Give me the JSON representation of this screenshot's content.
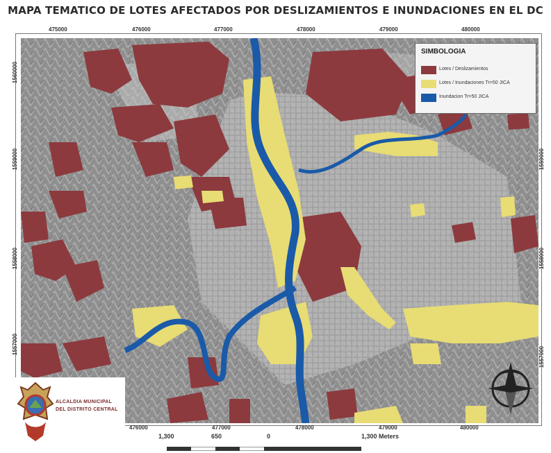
{
  "title": "MAPA TEMATICO DE LOTES AFECTADOS POR DESLIZAMIENTOS E INUNDACIONES EN EL DC",
  "top_ticks": [
    "475000",
    "476000",
    "477000",
    "478000",
    "479000",
    "480000"
  ],
  "bottom_ticks": [
    "476000",
    "477000",
    "478000",
    "479000",
    "480000"
  ],
  "left_ticks": [
    "1560000",
    "1559000",
    "1558000",
    "1557000"
  ],
  "right_ticks": [
    "1559000",
    "1558000",
    "1557000"
  ],
  "legend": {
    "title": "SIMBOLOGIA",
    "items": [
      {
        "label": "Lotes / Deslizamientos",
        "color": "#8c3a3e"
      },
      {
        "label": "Lotes / Inundaciones Tr=50 JICA",
        "color": "#e8dc74"
      },
      {
        "label": "Inundacion Tr=50 JICA",
        "color": "#1a5aa8"
      }
    ]
  },
  "logo": {
    "line1": "ALCALDIA MUNICIPAL",
    "line2": "DEL DISTRITO CENTRAL"
  },
  "scale": {
    "labels": [
      "1,300",
      "650",
      "0",
      "1,300 Meters"
    ]
  },
  "colors": {
    "landslide": "#8c3a3e",
    "flood_lots": "#e8dc74",
    "flood_river": "#1a5aa8",
    "terrain": "#8f8f8f"
  }
}
